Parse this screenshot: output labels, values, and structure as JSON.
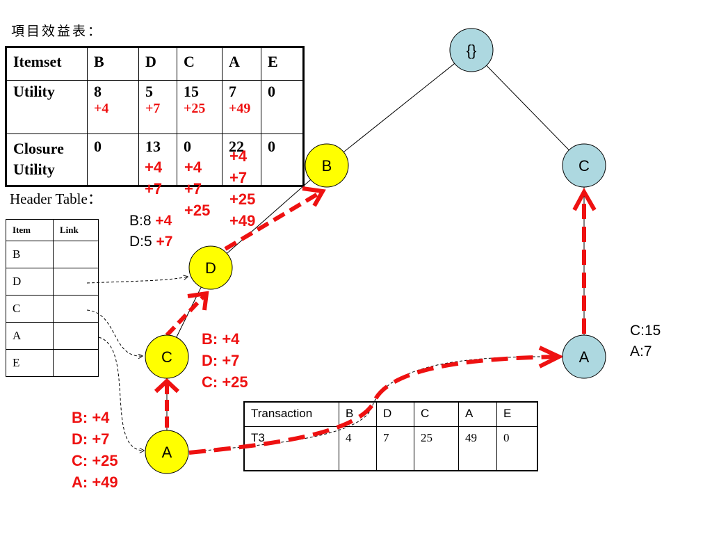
{
  "utility_table": {
    "title": "項目效益表：",
    "headers": [
      "Itemset",
      "B",
      "D",
      "C",
      "A",
      "E"
    ],
    "rows": [
      {
        "label": "Utility",
        "cells": [
          {
            "value": "8",
            "adds": "+4"
          },
          {
            "value": "5",
            "adds": "+7"
          },
          {
            "value": "15",
            "adds": "+25"
          },
          {
            "value": "7",
            "adds": "+49"
          },
          {
            "value": "0",
            "adds": ""
          }
        ]
      },
      {
        "label": "Closure Utility",
        "cells": [
          {
            "value": "0",
            "adds": []
          },
          {
            "value": "13",
            "adds": [
              "+4",
              "+7"
            ]
          },
          {
            "value": "0",
            "adds": [
              "+4",
              "+7",
              "+25"
            ]
          },
          {
            "value": "22",
            "adds": [
              "+4",
              "+7",
              "+25",
              "+49"
            ]
          },
          {
            "value": "0",
            "adds": []
          }
        ]
      }
    ]
  },
  "header_table": {
    "title": "Header Table：",
    "columns": [
      "Item",
      "Link"
    ],
    "items": [
      "B",
      "D",
      "C",
      "A",
      "E"
    ]
  },
  "transaction_table": {
    "headers": [
      "Transaction",
      "B",
      "D",
      "C",
      "A",
      "E"
    ],
    "row": [
      "T3",
      "4",
      "7",
      "25",
      "49",
      "0"
    ]
  },
  "tree": {
    "nodes": [
      {
        "id": "root",
        "label": "{}",
        "fill": "#add8e0",
        "highlight": false
      },
      {
        "id": "B",
        "label": "B",
        "fill": "#ffff00",
        "highlight": true
      },
      {
        "id": "C_right",
        "label": "C",
        "fill": "#add8e0",
        "highlight": false
      },
      {
        "id": "D",
        "label": "D",
        "fill": "#ffff00",
        "highlight": true
      },
      {
        "id": "C_left",
        "label": "C",
        "fill": "#ffff00",
        "highlight": true
      },
      {
        "id": "A_left",
        "label": "A",
        "fill": "#ffff00",
        "highlight": true
      },
      {
        "id": "A_right",
        "label": "A",
        "fill": "#add8e0",
        "highlight": false
      }
    ]
  },
  "annotations": {
    "node_d_info": [
      {
        "base": "B:8",
        "add": "+4"
      },
      {
        "base": "D:5",
        "add": "+7"
      }
    ],
    "node_c_adds": [
      "B: +4",
      "D: +7",
      "C: +25"
    ],
    "node_a_adds": [
      "B: +4",
      "D: +7",
      "C: +25",
      "A: +49"
    ],
    "right_branch_info": [
      "C:15",
      "A:7"
    ]
  },
  "colors": {
    "highlight_node": "#ffff00",
    "normal_node": "#add8e0",
    "path_arrow": "#ee1111",
    "text": "#000000"
  }
}
